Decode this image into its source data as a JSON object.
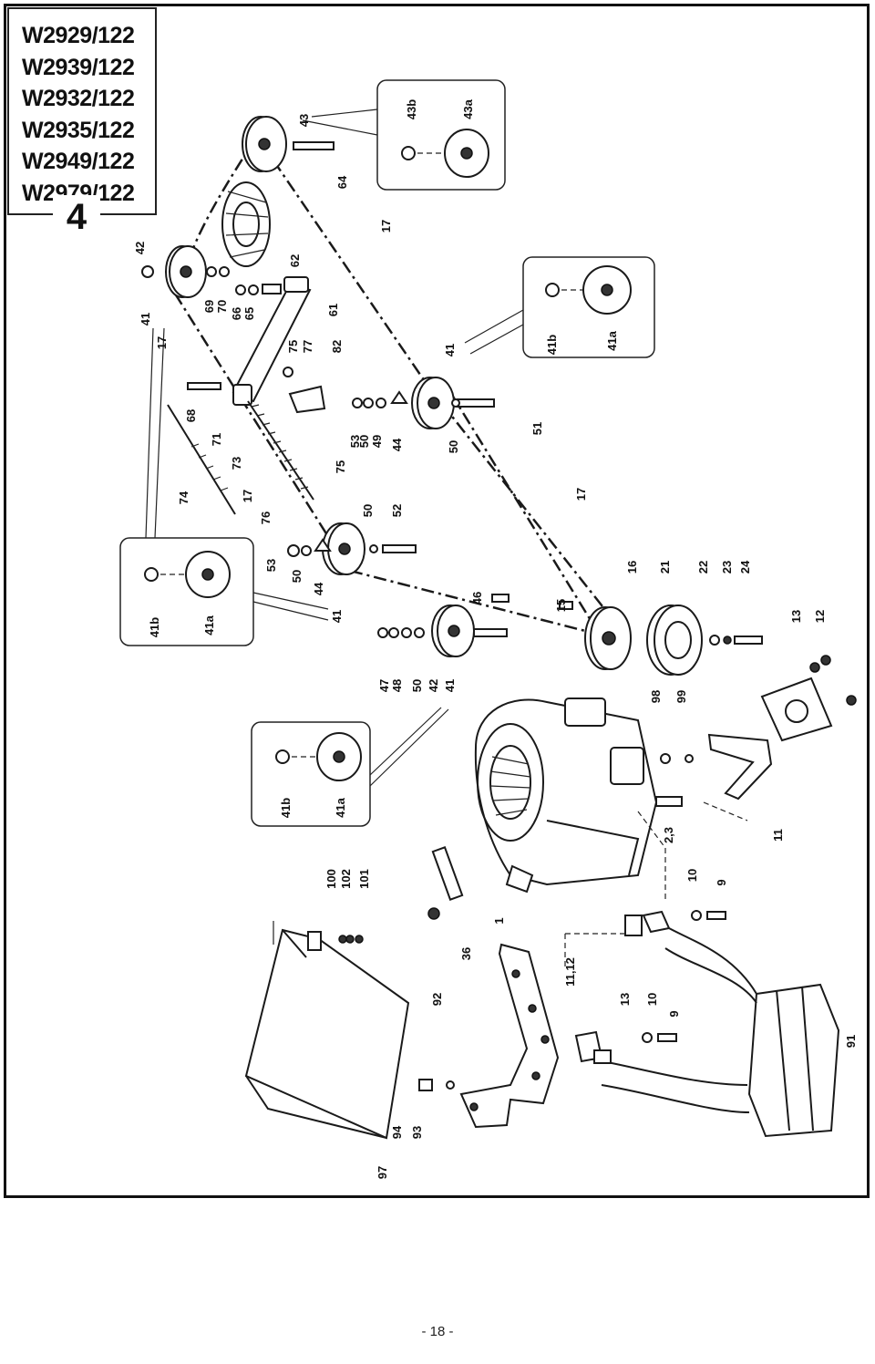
{
  "header": {
    "models": [
      "W2929/122",
      "W2939/122",
      "W2932/122",
      "W2935/122",
      "W2949/122",
      "W2979/122"
    ],
    "section_number": "4"
  },
  "callouts": [
    {
      "id": "c43",
      "text": "43"
    },
    {
      "id": "c64",
      "text": "64"
    },
    {
      "id": "c43b",
      "text": "43b"
    },
    {
      "id": "c43a",
      "text": "43a"
    },
    {
      "id": "c42",
      "text": "42"
    },
    {
      "id": "c62",
      "text": "62"
    },
    {
      "id": "c69",
      "text": "69"
    },
    {
      "id": "c70",
      "text": "70"
    },
    {
      "id": "c66",
      "text": "66"
    },
    {
      "id": "c65",
      "text": "65"
    },
    {
      "id": "c61",
      "text": "61"
    },
    {
      "id": "c41top",
      "text": "41"
    },
    {
      "id": "c17a",
      "text": "17"
    },
    {
      "id": "c17b",
      "text": "17"
    },
    {
      "id": "c75a",
      "text": "75"
    },
    {
      "id": "c77",
      "text": "77"
    },
    {
      "id": "c82",
      "text": "82"
    },
    {
      "id": "c68",
      "text": "68"
    },
    {
      "id": "c71",
      "text": "71"
    },
    {
      "id": "c73",
      "text": "73"
    },
    {
      "id": "c75b",
      "text": "75"
    },
    {
      "id": "c53a",
      "text": "53"
    },
    {
      "id": "c50a",
      "text": "50"
    },
    {
      "id": "c49",
      "text": "49"
    },
    {
      "id": "c44a",
      "text": "44"
    },
    {
      "id": "c50b",
      "text": "50"
    },
    {
      "id": "c41mid",
      "text": "41"
    },
    {
      "id": "c51",
      "text": "51"
    },
    {
      "id": "c41b1",
      "text": "41b"
    },
    {
      "id": "c41a1",
      "text": "41a"
    },
    {
      "id": "c74",
      "text": "74"
    },
    {
      "id": "c17c",
      "text": "17"
    },
    {
      "id": "c76",
      "text": "76"
    },
    {
      "id": "c50c",
      "text": "50"
    },
    {
      "id": "c52",
      "text": "52"
    },
    {
      "id": "c17d",
      "text": "17"
    },
    {
      "id": "c53b",
      "text": "53"
    },
    {
      "id": "c50d",
      "text": "50"
    },
    {
      "id": "c44b",
      "text": "44"
    },
    {
      "id": "c41c",
      "text": "41"
    },
    {
      "id": "c41b2",
      "text": "41b"
    },
    {
      "id": "c41a2",
      "text": "41a"
    },
    {
      "id": "c46",
      "text": "46"
    },
    {
      "id": "c15",
      "text": "15"
    },
    {
      "id": "c16",
      "text": "16"
    },
    {
      "id": "c21",
      "text": "21"
    },
    {
      "id": "c22",
      "text": "22"
    },
    {
      "id": "c23",
      "text": "23"
    },
    {
      "id": "c24",
      "text": "24"
    },
    {
      "id": "c13a",
      "text": "13"
    },
    {
      "id": "c12",
      "text": "12"
    },
    {
      "id": "c47",
      "text": "47"
    },
    {
      "id": "c48",
      "text": "48"
    },
    {
      "id": "c50e",
      "text": "50"
    },
    {
      "id": "c42b",
      "text": "42"
    },
    {
      "id": "c41d",
      "text": "41"
    },
    {
      "id": "c98",
      "text": "98"
    },
    {
      "id": "c99",
      "text": "99"
    },
    {
      "id": "c41b3",
      "text": "41b"
    },
    {
      "id": "c41a3",
      "text": "41a"
    },
    {
      "id": "c11",
      "text": "11"
    },
    {
      "id": "c23b",
      "text": "2,3"
    },
    {
      "id": "c100",
      "text": "100"
    },
    {
      "id": "c102",
      "text": "102"
    },
    {
      "id": "c101",
      "text": "101"
    },
    {
      "id": "c10a",
      "text": "10"
    },
    {
      "id": "c9a",
      "text": "9"
    },
    {
      "id": "c1",
      "text": "1"
    },
    {
      "id": "c36",
      "text": "36"
    },
    {
      "id": "c1112",
      "text": "11,12"
    },
    {
      "id": "c92",
      "text": "92"
    },
    {
      "id": "c13b",
      "text": "13"
    },
    {
      "id": "c10b",
      "text": "10"
    },
    {
      "id": "c9b",
      "text": "9"
    },
    {
      "id": "c91",
      "text": "91"
    },
    {
      "id": "c94",
      "text": "94"
    },
    {
      "id": "c93",
      "text": "93"
    },
    {
      "id": "c97",
      "text": "97"
    }
  ],
  "footer": {
    "page_label": "- 18 -"
  }
}
